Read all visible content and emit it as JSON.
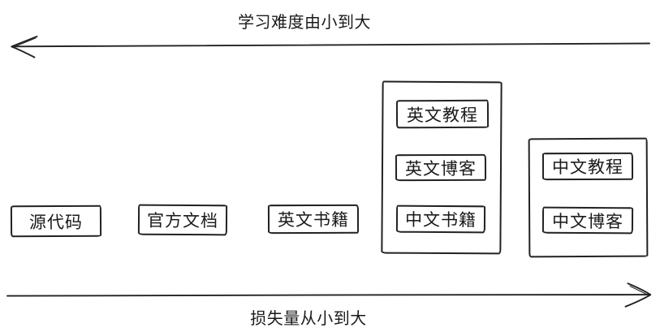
{
  "axes": {
    "top": {
      "label": "学习难度由小到大",
      "direction": "left"
    },
    "bottom": {
      "label": "损失量从小到大",
      "direction": "right"
    }
  },
  "nodes": {
    "source_code": {
      "label": "源代码"
    },
    "official_docs": {
      "label": "官方文档"
    },
    "english_books": {
      "label": "英文书籍"
    },
    "english_tutorials": {
      "label": "英文教程"
    },
    "english_blogs": {
      "label": "英文博客"
    },
    "chinese_books": {
      "label": "中文书籍"
    },
    "chinese_tutorials": {
      "label": "中文教程"
    },
    "chinese_blogs": {
      "label": "中文博客"
    }
  },
  "colors": {
    "stroke": "#222222",
    "text": "#1a1a1a",
    "background": "#ffffff"
  }
}
